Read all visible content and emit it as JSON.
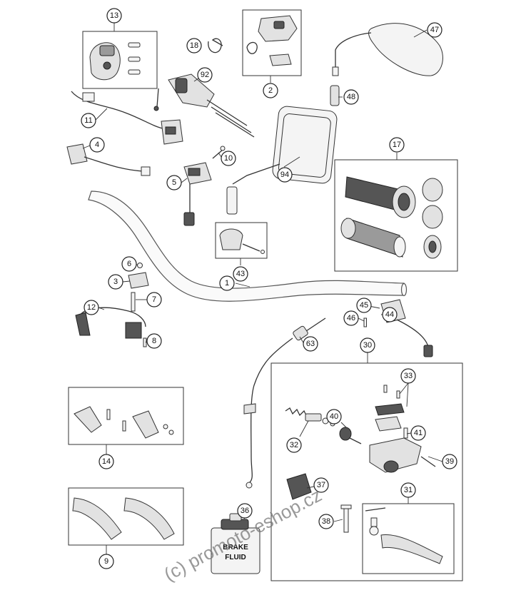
{
  "callouts": [
    "13",
    "2",
    "47",
    "18",
    "92",
    "48",
    "11",
    "4",
    "10",
    "5",
    "94",
    "17",
    "43",
    "1",
    "6",
    "3",
    "7",
    "12",
    "8",
    "45",
    "46",
    "44",
    "63",
    "30",
    "33",
    "40",
    "41",
    "32",
    "39",
    "14",
    "37",
    "31",
    "36",
    "38",
    "9"
  ],
  "bottle_label": [
    "BRAKE",
    "FLUID"
  ],
  "watermark": "(c) promoto-eshop.cz"
}
